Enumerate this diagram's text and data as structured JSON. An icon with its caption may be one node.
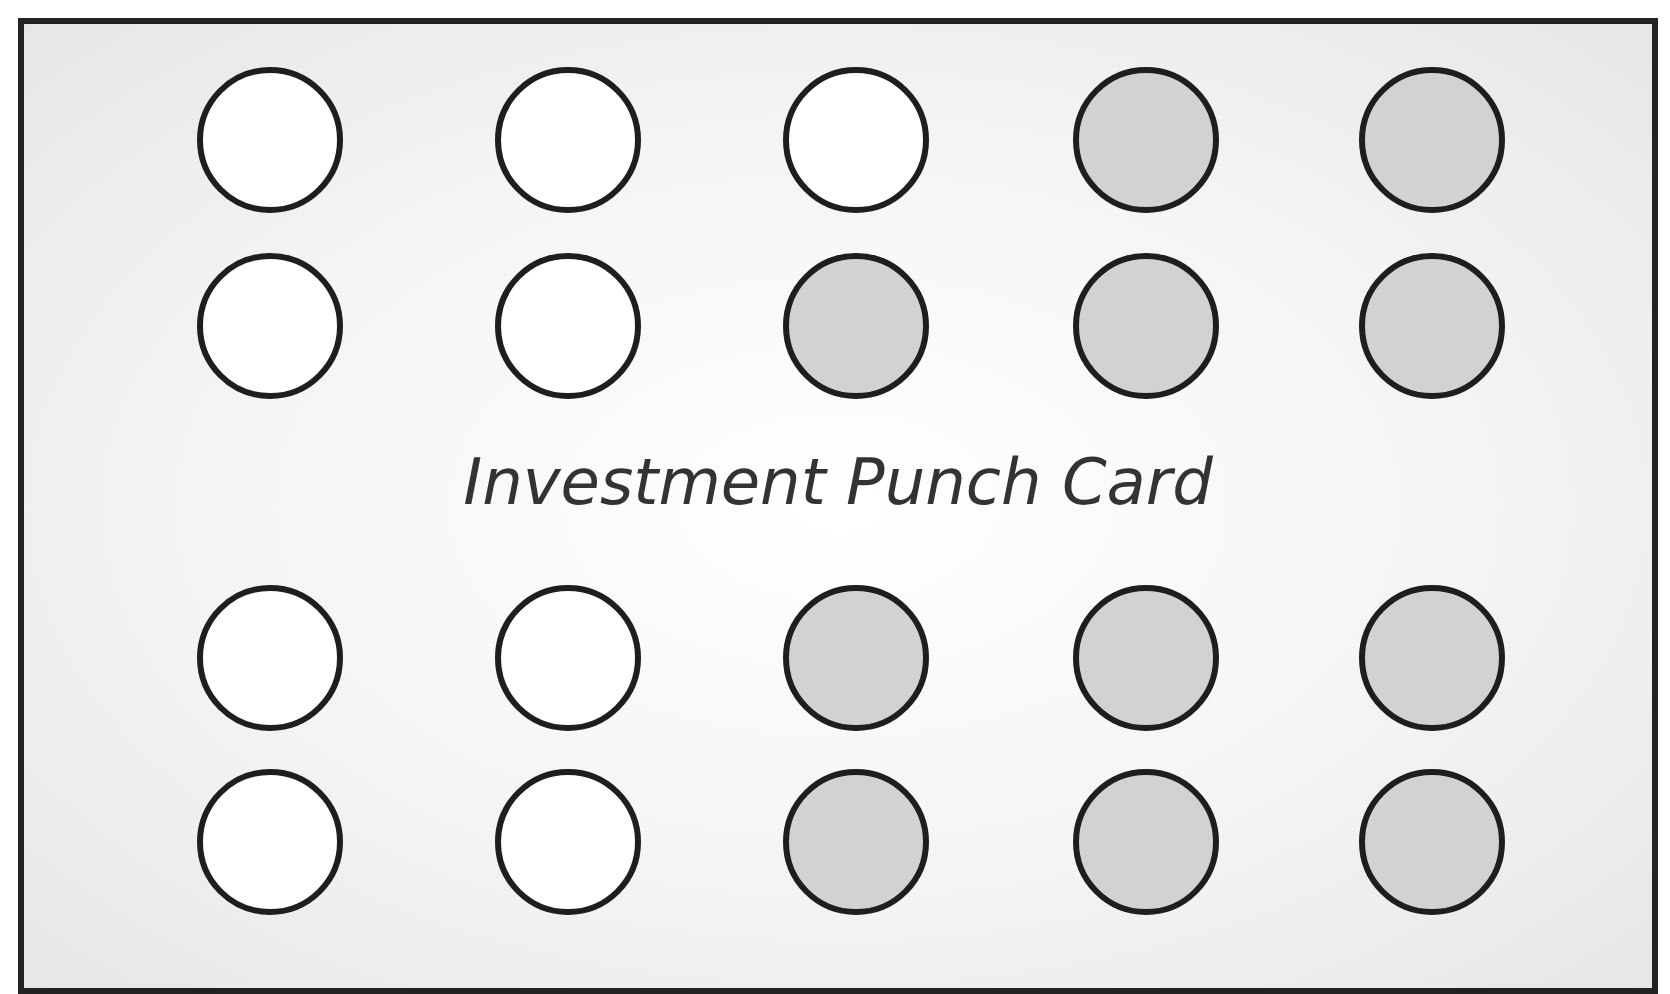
{
  "diagram": {
    "nodes": [
      {
        "text": [
          "Investment Punch Card"
        ]
      },
      {
        "text": [],
        "shape": "circle",
        "in": 0
      },
      {
        "text": [],
        "shape": "circle",
        "in": 0
      },
      {
        "text": [],
        "shape": "circle",
        "in": 0
      },
      {
        "text": [],
        "shape": "circle",
        "in": 0
      },
      {
        "text": [],
        "shape": "circle",
        "in": 0
      },
      {
        "text": [],
        "shape": "circle",
        "in": 0
      },
      {
        "text": [],
        "shape": "circle",
        "in": 0
      },
      {
        "text": [],
        "shape": "circle",
        "in": 0
      },
      {
        "text": [],
        "shape": "circle",
        "in": 0
      },
      {
        "text": [],
        "shape": "circle",
        "in": 0
      },
      {
        "text": [],
        "shape": "circle",
        "in": 0
      },
      {
        "text": [],
        "shape": "circle",
        "in": 0
      },
      {
        "text": [],
        "shape": "circle",
        "in": 0
      },
      {
        "text": [],
        "shape": "circle",
        "in": 0
      },
      {
        "text": [],
        "shape": "circle",
        "in": 0
      },
      {
        "text": [],
        "shape": "circle",
        "in": 0
      },
      {
        "text": [],
        "shape": "circle",
        "in": 0
      },
      {
        "text": [],
        "shape": "circle",
        "in": 0
      },
      {
        "text": [],
        "shape": "circle",
        "in": 0
      },
      {
        "text": [],
        "shape": "circle",
        "in": 0
      }
    ]
  }
}
